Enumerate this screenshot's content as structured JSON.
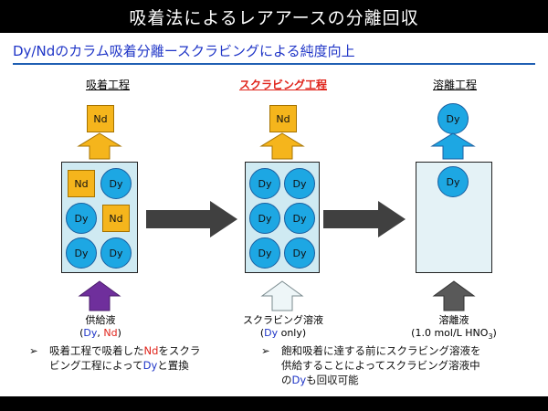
{
  "title": "吸着法によるレアアースの分離回収",
  "subtitle": "Dy/Ndのカラム吸着分離ースクラビングによる純度向上",
  "colors": {
    "accent": "#1f35c7",
    "highlight": "#e0241b",
    "dy_fill": "#1da7e3",
    "nd_fill": "#f5b51c"
  },
  "stages": {
    "adsorption": {
      "label": "吸着工程",
      "top_item": "Nd",
      "column_items": [
        {
          "kind": "nd",
          "text": "Nd"
        },
        {
          "kind": "dy",
          "text": "Dy"
        },
        {
          "kind": "dy",
          "text": "Dy"
        },
        {
          "kind": "nd",
          "text": "Nd"
        },
        {
          "kind": "dy",
          "text": "Dy"
        },
        {
          "kind": "dy",
          "text": "Dy"
        }
      ],
      "feed_label": "供給液",
      "feed_open": "(",
      "feed_dy": "Dy",
      "feed_sep": ", ",
      "feed_nd": "Nd",
      "feed_close": ")"
    },
    "scrubbing": {
      "label": "スクラビング工程",
      "top_item": "Nd",
      "column_items": [
        {
          "kind": "dy",
          "text": "Dy"
        },
        {
          "kind": "dy",
          "text": "Dy"
        },
        {
          "kind": "dy",
          "text": "Dy"
        },
        {
          "kind": "dy",
          "text": "Dy"
        },
        {
          "kind": "dy",
          "text": "Dy"
        },
        {
          "kind": "dy",
          "text": "Dy"
        }
      ],
      "feed_label": "スクラビング溶液",
      "feed_open": "(",
      "feed_dy": "Dy",
      "feed_rest": " only)"
    },
    "elution": {
      "label": "溶離工程",
      "top_item": "Dy",
      "column_item": "Dy",
      "feed_label": "溶離液",
      "feed_sub_pre": "(1.0 mol/L HNO",
      "feed_sub_num": "3",
      "feed_sub_post": ")"
    }
  },
  "bullets": {
    "mark": "➢",
    "left": {
      "line1_pre": "吸着工程で吸着した",
      "line1_nd": "Nd",
      "line1_post": "をスクラ",
      "line2_pre": "ビング工程によって",
      "line2_dy": "Dy",
      "line2_post": "と置換"
    },
    "right": {
      "line1": "飽和吸着に達する前にスクラビング溶液を",
      "line2": "供給することによってスクラビング溶液中",
      "line3_pre": "の",
      "line3_dy": "Dy",
      "line3_post": "も回収可能"
    }
  }
}
